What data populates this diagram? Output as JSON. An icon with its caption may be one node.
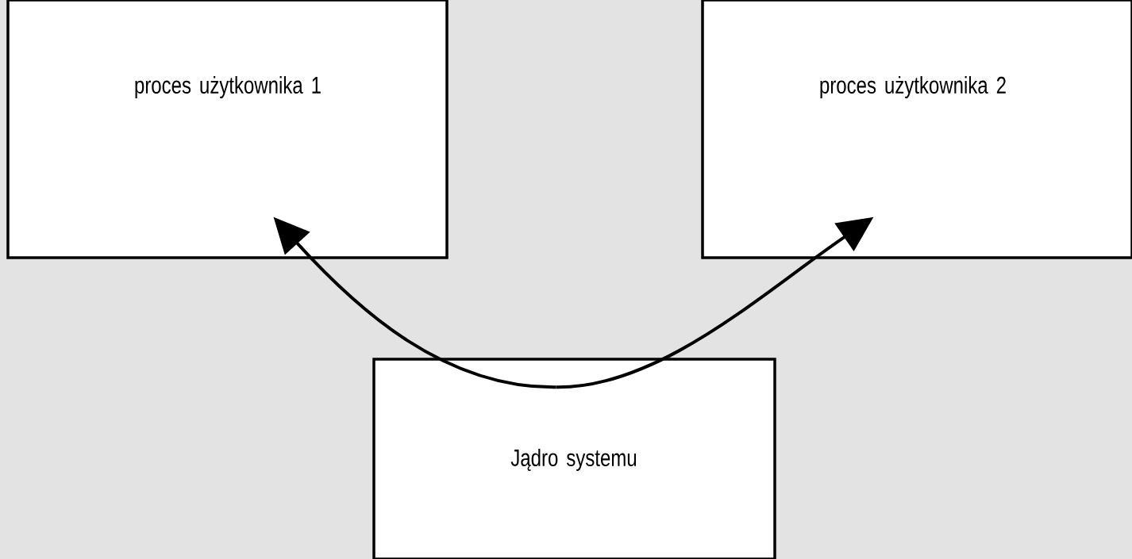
{
  "diagram": {
    "nodes": [
      {
        "text": [
          "proces użytkownika 1"
        ]
      },
      {
        "text": [
          "proces użytkownika 2"
        ]
      },
      {
        "text": [
          "Jądro systemu"
        ]
      }
    ],
    "edges": [
      {
        "from": 2,
        "to": 0,
        "arrow": "to"
      },
      {
        "from": 2,
        "to": 1,
        "arrow": "to"
      }
    ]
  }
}
